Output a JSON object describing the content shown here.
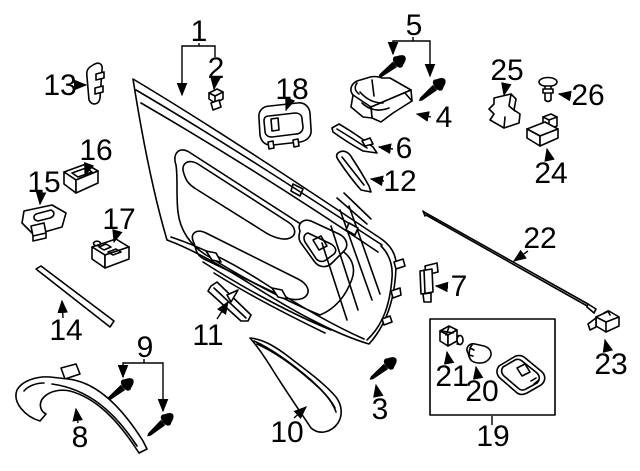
{
  "diagram": {
    "background_color": "#ffffff",
    "line_color": "#000000",
    "callouts": [
      {
        "label": "1",
        "part": "door-trim-panel"
      },
      {
        "label": "2",
        "part": "retaining-clip"
      },
      {
        "label": "3",
        "part": "screw"
      },
      {
        "label": "4",
        "part": "pull-handle-bracket"
      },
      {
        "label": "5",
        "part": "bracket-screws"
      },
      {
        "label": "6",
        "part": "upper-trim-strip"
      },
      {
        "label": "7",
        "part": "mount-clip"
      },
      {
        "label": "8",
        "part": "lower-seal-strip"
      },
      {
        "label": "9",
        "part": "seal-screws"
      },
      {
        "label": "10",
        "part": "lower-trim-panel"
      },
      {
        "label": "11",
        "part": "trim-strip"
      },
      {
        "label": "12",
        "part": "pillar-trim-wedge"
      },
      {
        "label": "13",
        "part": "end-cap"
      },
      {
        "label": "14",
        "part": "gasket-strip"
      },
      {
        "label": "15",
        "part": "switch-bezel"
      },
      {
        "label": "16",
        "part": "window-switch"
      },
      {
        "label": "17",
        "part": "window-switch-dual"
      },
      {
        "label": "18",
        "part": "handle-bezel"
      },
      {
        "label": "19",
        "part": "courtesy-lamp-kit"
      },
      {
        "label": "20",
        "part": "bulb"
      },
      {
        "label": "21",
        "part": "bulb-socket"
      },
      {
        "label": "22",
        "part": "lock-rod"
      },
      {
        "label": "23",
        "part": "rod-clip"
      },
      {
        "label": "24",
        "part": "stepped-clip"
      },
      {
        "label": "25",
        "part": "bracket"
      },
      {
        "label": "26",
        "part": "pin-rivet"
      }
    ]
  }
}
